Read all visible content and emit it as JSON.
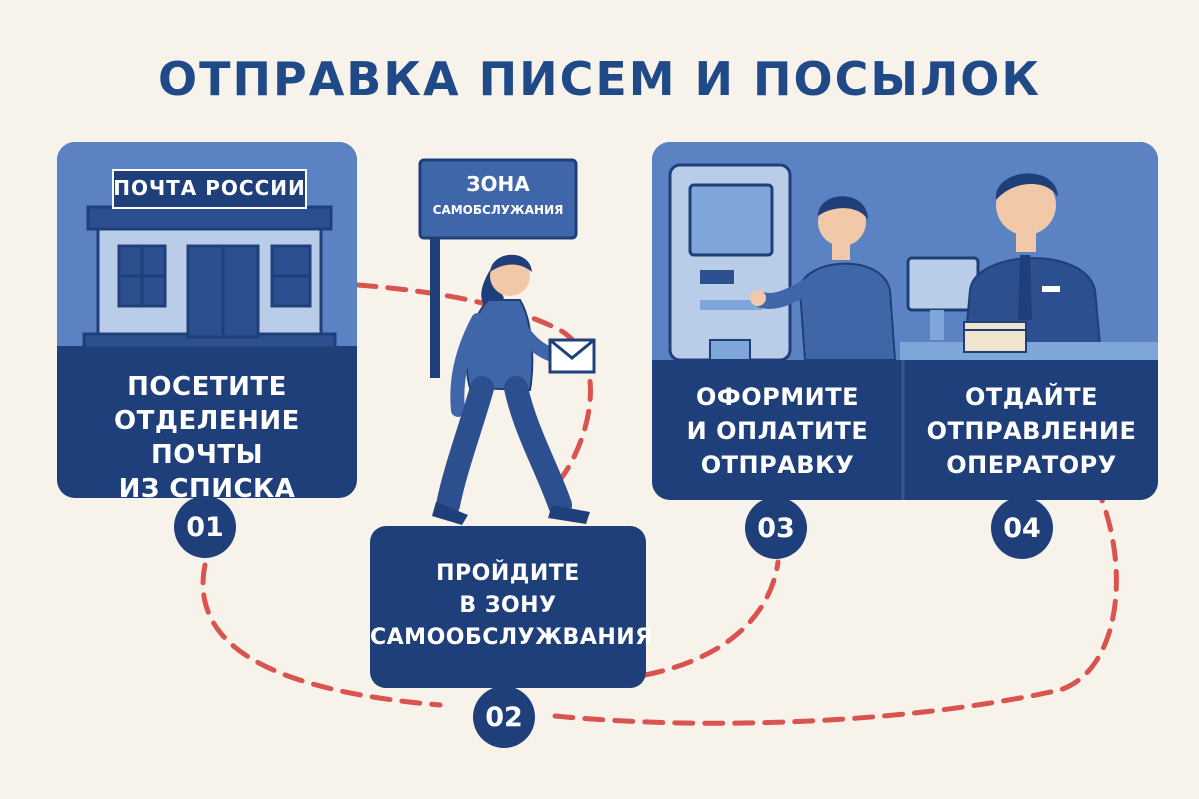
{
  "title": "ОТПРАВКА ПИСЕМ И ПОСЫЛОК",
  "colors": {
    "background": "#f8f3ea",
    "navy": "#1f3f7a",
    "panel_light": "#5b82c3",
    "title": "#1f4a87",
    "dashed_path": "#d9534f"
  },
  "building": {
    "sign": "ПОЧТА РОССИИ"
  },
  "zone_sign": {
    "line1": "ЗОНА",
    "line2": "САМОБСЛУЖАНИЯ"
  },
  "steps": [
    {
      "number": "01",
      "lines": [
        "ПОСЕТИТЕ",
        "ОТДЕЛЕНИЕ ПОЧТЫ",
        "ИЗ СПИСКА"
      ]
    },
    {
      "number": "02",
      "lines": [
        "ПРОЙДИТЕ",
        "В ЗОНУ",
        "САМООБСЛУЖВАНИЯ"
      ]
    },
    {
      "number": "03",
      "lines": [
        "ОФОРМИТЕ",
        "И ОПЛАТИТЕ",
        "ОТПРАВКУ"
      ]
    },
    {
      "number": "04",
      "lines": [
        "ОТДАЙТЕ",
        "ОТПРАВЛЕНИЕ",
        "ОПЕРАТОРУ"
      ]
    }
  ]
}
